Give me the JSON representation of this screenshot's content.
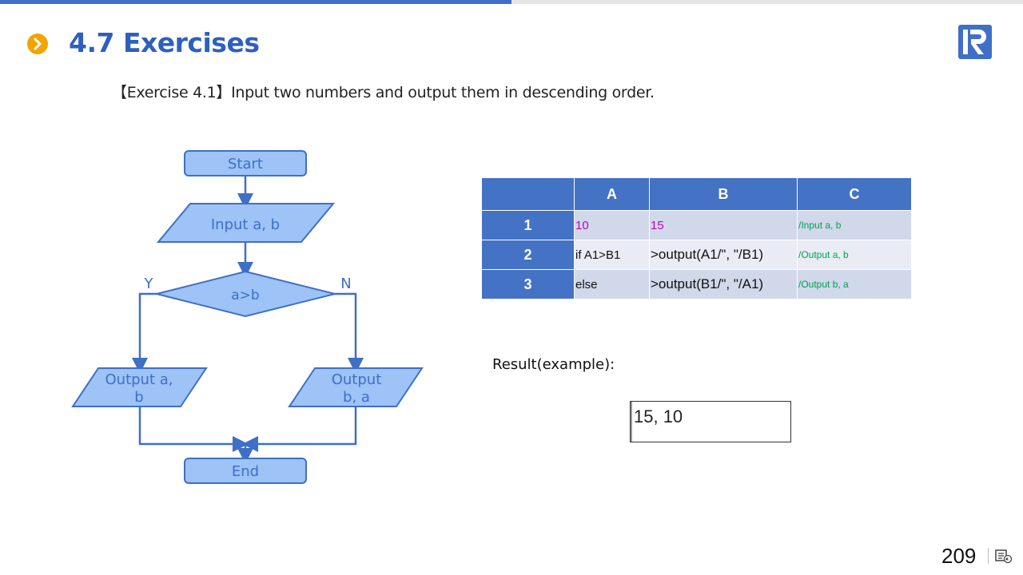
{
  "header": {
    "title": "4.7 Exercises"
  },
  "exercise": {
    "text": "【Exercise 4.1】Input two numbers and output them in descending order."
  },
  "flowchart": {
    "start": "Start",
    "input": "Input a, b",
    "decision": "a>b",
    "yes": "Y",
    "no": "N",
    "output_left_line1": "Output a,",
    "output_left_line2": "b",
    "output_right_line1": "Output",
    "output_right_line2": "b, a",
    "end": "End"
  },
  "grid": {
    "columns": [
      "A",
      "B",
      "C"
    ],
    "rows": [
      {
        "num": "1",
        "a": "10",
        "b": "15",
        "c": "/Input a, b"
      },
      {
        "num": "2",
        "a": "if A1>B1",
        "b": ">output(A1/\", \"/B1)",
        "c": "/Output a, b"
      },
      {
        "num": "3",
        "a": "else",
        "b": ">output(B1/\", \"/A1)",
        "c": "/Output b, a"
      }
    ]
  },
  "result": {
    "label": "Result(example):",
    "value": "15, 10"
  },
  "footer": {
    "page_number": "209"
  },
  "colors": {
    "accent": "#3f6fc6",
    "bullet": "#f0a500",
    "shape_fill": "#9dc3f7",
    "table_header": "#4472c4",
    "number_text": "#c000c0",
    "comment_text": "#00a050"
  }
}
